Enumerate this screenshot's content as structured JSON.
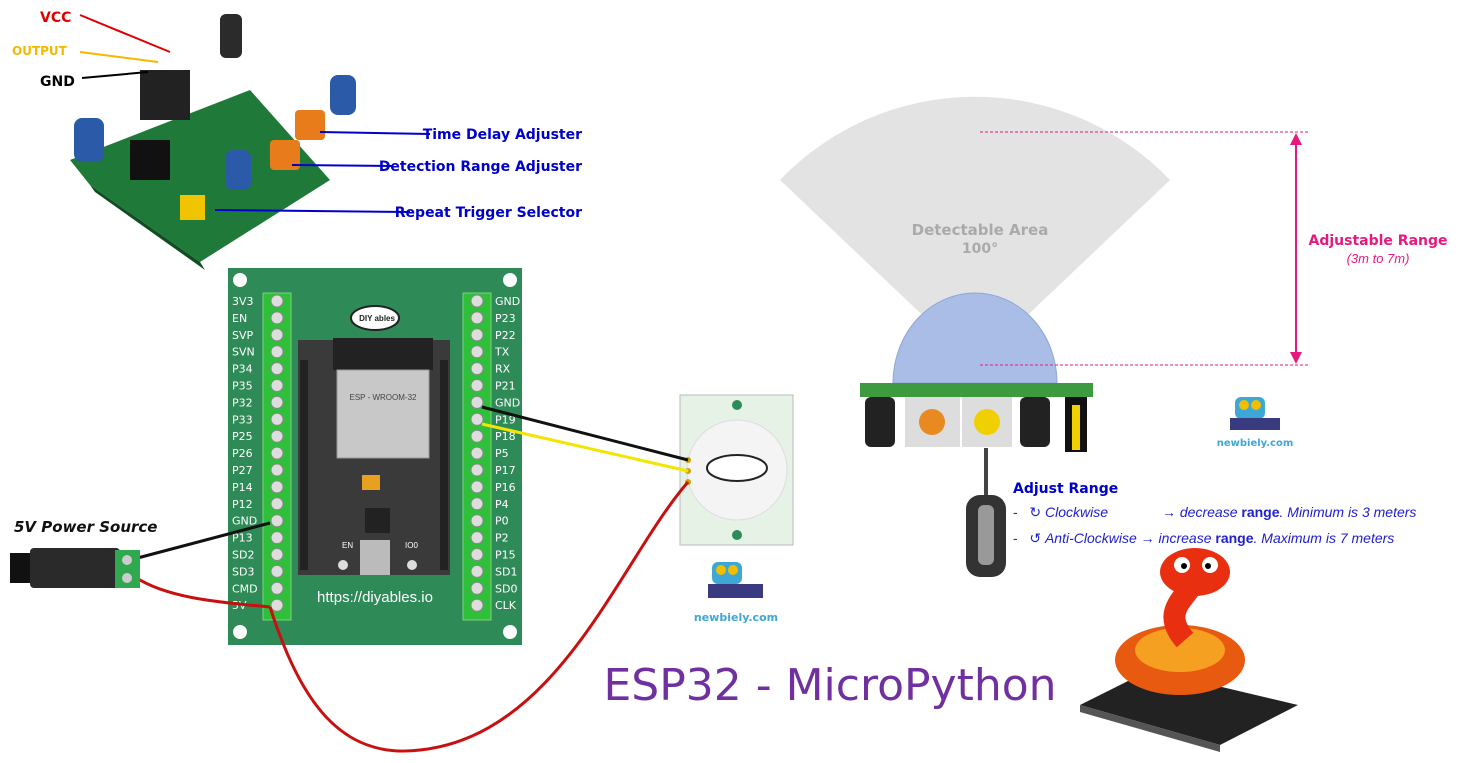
{
  "pir_module": {
    "vcc": "VCC",
    "output": "OUTPUT",
    "gnd": "GND",
    "time_delay": "Time Delay Adjuster",
    "detection_range": "Detection Range Adjuster",
    "repeat_trigger": "Repeat Trigger Selector"
  },
  "board": {
    "left_pins": [
      "3V3",
      "EN",
      "SVP",
      "SVN",
      "P34",
      "P35",
      "P32",
      "P33",
      "P25",
      "P26",
      "P27",
      "P14",
      "P12",
      "GND",
      "P13",
      "SD2",
      "SD3",
      "CMD",
      "5V"
    ],
    "right_pins": [
      "GND",
      "P23",
      "P22",
      "TX",
      "RX",
      "P21",
      "GND",
      "P19",
      "P18",
      "P5",
      "P17",
      "P16",
      "P4",
      "P0",
      "P2",
      "P15",
      "SD1",
      "SD0",
      "CLK"
    ],
    "url": "https://diyables.io",
    "module_name": "ESP - WROOM-32",
    "logo_text": "DIY ables",
    "en_button": "EN",
    "io0_button": "IO0"
  },
  "power": {
    "label": "5V Power Source"
  },
  "range_diagram": {
    "area_title": "Detectable Area",
    "area_angle": "100°",
    "range_title": "Adjustable Range",
    "range_values": "(3m to 7m)",
    "adjust_title": "Adjust Range",
    "clockwise": {
      "symbol": "↻",
      "direction": "Clockwise",
      "arrow": "→ decrease",
      "bold": "range",
      "note": ". Minimum  is 3 meters"
    },
    "anticlockwise": {
      "symbol": "↺",
      "direction": "Anti-Clockwise",
      "arrow": "→ increase",
      "bold": "range",
      "note": ". Maximum is 7 meters"
    }
  },
  "watermark": "newbiely.com",
  "title": "ESP32 - MicroPython",
  "colors": {
    "title": "#7030a0",
    "blue_label": "#0000cc",
    "pink": "#e6197f",
    "board_green": "#2e8b57",
    "vcc": "#e00000",
    "output": "#f5b800"
  }
}
